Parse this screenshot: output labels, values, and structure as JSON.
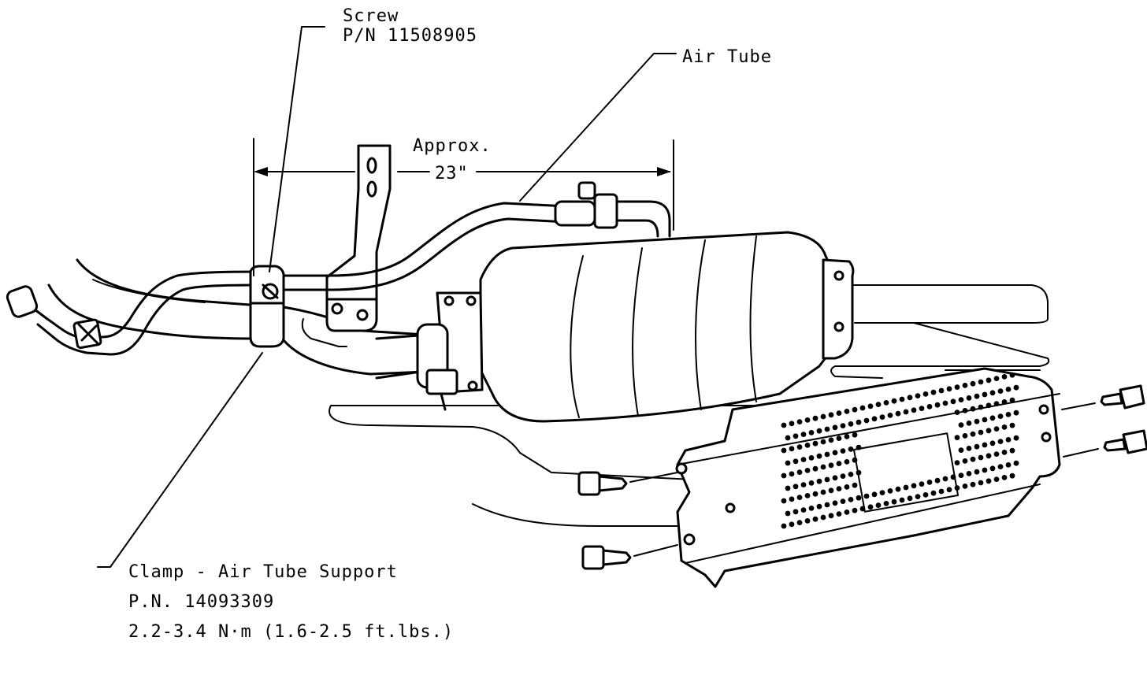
{
  "labels": {
    "screw_line1": "Screw",
    "screw_line2": "P/N 11508905",
    "air_tube": "Air Tube",
    "approx": "Approx.",
    "dimension": "23\"",
    "clamp_line1": "Clamp - Air Tube Support",
    "clamp_line2": "P.N. 14093309",
    "clamp_line3": "2.2-3.4 N·m (1.6-2.5 ft.lbs.)"
  },
  "colors": {
    "ink": "#000000",
    "paper": "#ffffff"
  },
  "parts": [
    "screw",
    "air-tube",
    "air-tube-support-bracket",
    "clamp",
    "catalytic-converter",
    "heat-shield",
    "shield-bolts",
    "exhaust-pipe"
  ]
}
